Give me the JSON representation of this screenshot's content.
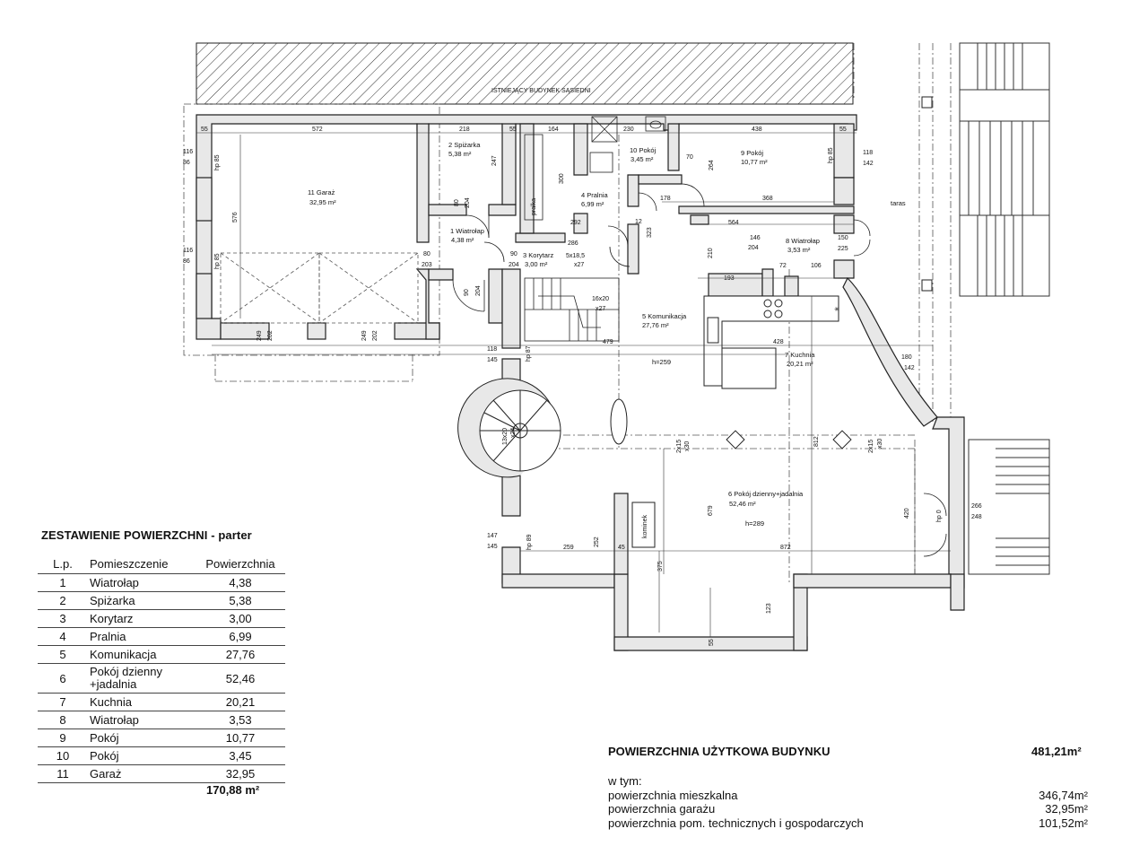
{
  "plan": {
    "neighbor_label": "ISTNIEJĄCY BUDYNEK SĄSIEDNI",
    "taras_label": "taras",
    "kominek_label": "kominek",
    "rooms": [
      {
        "no": "1",
        "name": "Wiatrołap",
        "area": "4,38 m²"
      },
      {
        "no": "2",
        "name": "Spiżarka",
        "area": "5,38 m²"
      },
      {
        "no": "3",
        "name": "Korytarz",
        "area": "3,00 m²"
      },
      {
        "no": "4",
        "name": "Pralnia",
        "area": "6,99 m²"
      },
      {
        "no": "5",
        "name": "Komunikacja",
        "area": "27,76 m²"
      },
      {
        "no": "6",
        "name": "Pokój dzienny+jadalnia",
        "area": "52,46 m²"
      },
      {
        "no": "7",
        "name": "Kuchnia",
        "area": "20,21 m²"
      },
      {
        "no": "8",
        "name": "Wiatrołap",
        "area": "3,53 m²"
      },
      {
        "no": "9",
        "name": "Pokój",
        "area": "10,77 m²"
      },
      {
        "no": "10",
        "name": "Pokój",
        "area": "3,45 m²"
      },
      {
        "no": "11",
        "name": "Garaż",
        "area": "32,95 m²"
      }
    ],
    "heights": {
      "h1": "h=259",
      "h2": "h=289"
    },
    "dims": {
      "d572": "572",
      "d218": "218",
      "d164": "164",
      "d230": "230",
      "d438": "438",
      "d55a": "55",
      "d55b": "55",
      "d55c": "55",
      "d55d": "55",
      "d116a": "116",
      "d86a": "86",
      "d116b": "116",
      "d86b": "86",
      "d118a": "118",
      "d142a": "142",
      "d118b": "118",
      "d145a": "145",
      "d147": "147",
      "d145b": "145",
      "d576": "576",
      "d247": "247",
      "d300": "300",
      "d292": "292",
      "d323": "323",
      "d210": "210",
      "d564": "564",
      "d368": "368",
      "d178": "178",
      "d193": "193",
      "d479": "479",
      "d428": "428",
      "d812": "812",
      "d679": "679",
      "d420": "420",
      "d872": "872",
      "d259": "259",
      "d252": "252",
      "d45": "45",
      "d375": "375",
      "d123": "123",
      "d266": "266",
      "d248": "248",
      "d249a": "249",
      "d202a": "202",
      "d249b": "249",
      "d202b": "202",
      "d80a": "80",
      "d203a": "203",
      "d80b": "80",
      "d204a": "204",
      "d90a": "90",
      "d204b": "204",
      "d90b": "90",
      "d204c": "204",
      "d146": "146",
      "d204d": "204",
      "d150": "150",
      "d225": "225",
      "d72": "72",
      "d106": "106",
      "d180": "180",
      "d142b": "142",
      "d286": "286",
      "d70": "70",
      "d264": "264",
      "d12": "12",
      "hp85a": "hp 85",
      "hp85b": "hp 85",
      "hp85c": "hp 85",
      "hp87": "hp 87",
      "hp89": "hp 89",
      "hp0": "hp 0",
      "stair1": "5x18,5",
      "stair2": "x27",
      "stair3": "16x20",
      "stair4": "x27",
      "stair5": "2x15",
      "stair6": "x30",
      "stair7": "2x15",
      "stair8": "x30",
      "stair9": "13x20",
      "stair10": "x24",
      "praln": "pralka"
    }
  },
  "summary": {
    "title": "ZESTAWIENIE POWIERZCHNI - parter",
    "headers": {
      "lp": "L.p.",
      "room": "Pomieszczenie",
      "area": "Powierzchnia"
    },
    "rows": [
      {
        "lp": "1",
        "room": "Wiatrołap",
        "area": "4,38"
      },
      {
        "lp": "2",
        "room": "Spiżarka",
        "area": "5,38"
      },
      {
        "lp": "3",
        "room": "Korytarz",
        "area": "3,00"
      },
      {
        "lp": "4",
        "room": "Pralnia",
        "area": "6,99"
      },
      {
        "lp": "5",
        "room": "Komunikacja",
        "area": "27,76"
      },
      {
        "lp": "6",
        "room": "Pokój dzienny +jadalnia",
        "area": "52,46"
      },
      {
        "lp": "7",
        "room": "Kuchnia",
        "area": "20,21"
      },
      {
        "lp": "8",
        "room": "Wiatrołap",
        "area": "3,53"
      },
      {
        "lp": "9",
        "room": "Pokój",
        "area": "10,77"
      },
      {
        "lp": "10",
        "room": "Pokój",
        "area": "3,45"
      },
      {
        "lp": "11",
        "room": "Garaż",
        "area": "32,95"
      }
    ],
    "total": "170,88 m²"
  },
  "usable": {
    "label": "POWIERZCHNIA UŻYTKOWA BUDYNKU",
    "value": "481,21m²",
    "intro": "w tym:",
    "items": [
      {
        "label": "powierzchnia mieszkalna",
        "value": "346,74m²"
      },
      {
        "label": "powierzchnia garażu",
        "value": "32,95m²"
      },
      {
        "label": "powierzchnia pom. technicznych i gospodarczych",
        "value": "101,52m²"
      }
    ]
  }
}
